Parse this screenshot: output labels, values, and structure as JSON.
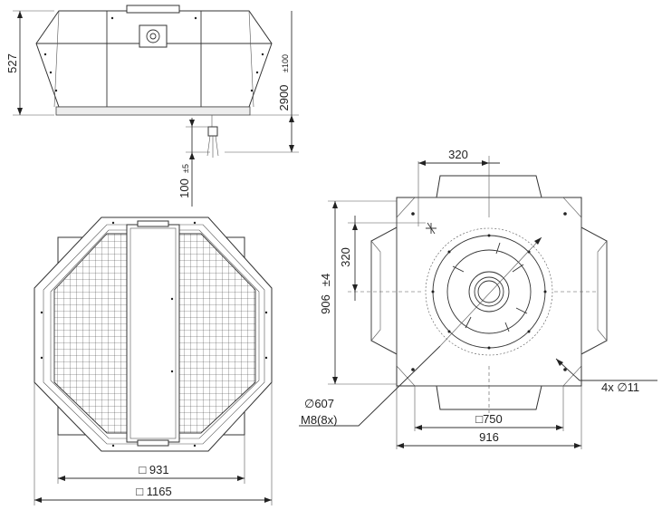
{
  "dimensions": {
    "height": "527",
    "mount_height": "2900",
    "mount_height_tol": "±100",
    "cable_length": "100",
    "cable_length_tol": "±5",
    "bolt_spacing_top": "320",
    "bolt_spacing_side": "320",
    "base_side": "906",
    "base_side_tol": "±4",
    "flange_dia": "∅607",
    "bolt_thread": "M8(8x)",
    "hole_spec": "4x ∅11",
    "inner_square": "□750",
    "outer_square": "916",
    "grille_square": "□ 931",
    "hood_square": "□ 1165"
  },
  "colors": {
    "line": "#333333",
    "shade": "#ededed"
  }
}
